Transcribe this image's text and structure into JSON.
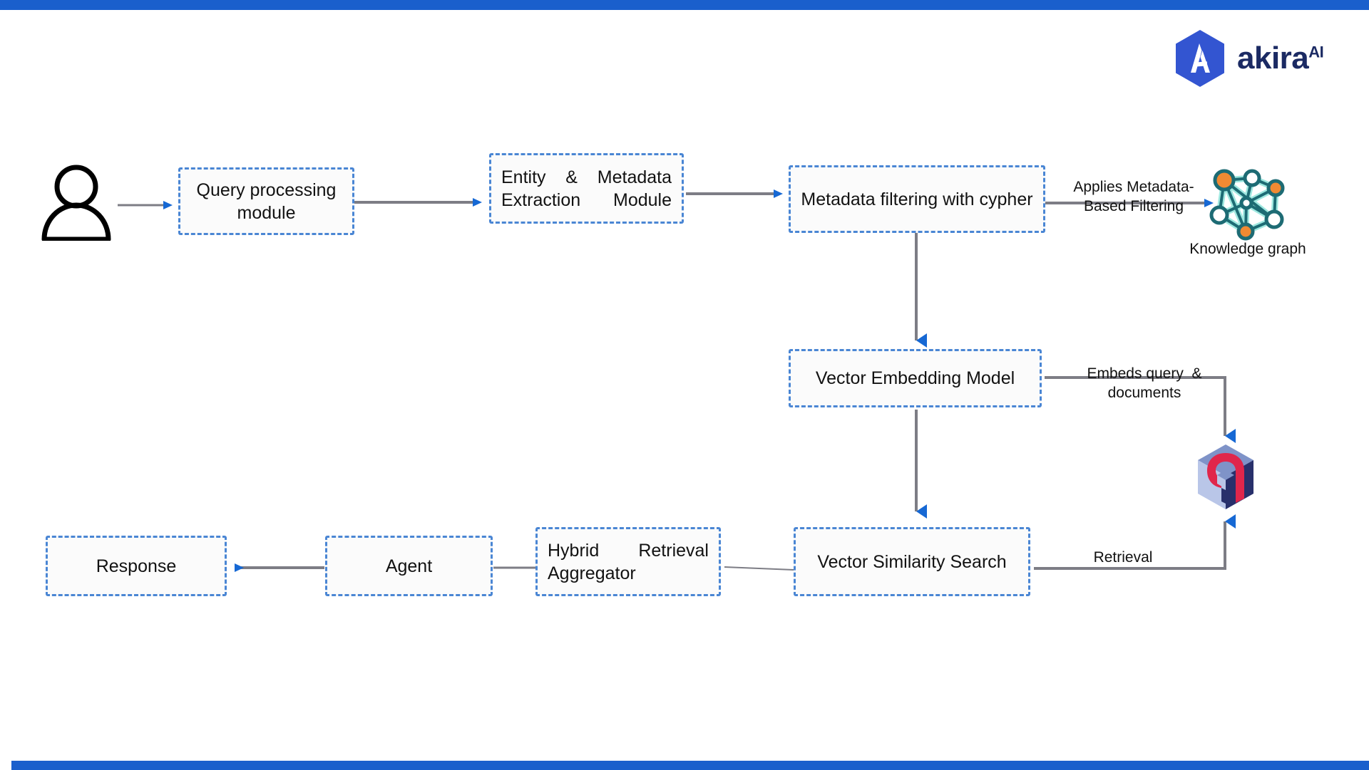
{
  "brand": {
    "name": "akira",
    "superscript": "AI",
    "logo_icon": "akira-hexagon-a-logo",
    "color": "#1b2a63",
    "hex_color": "#3355d1"
  },
  "frame": {
    "top_bar_color": "#1a5fcc",
    "bottom_bar_color": "#1a5fcc"
  },
  "diagram": {
    "title": "Agentic RAG pipeline",
    "node_border_color": "#4a86d4",
    "node_fill_color": "#fbfbfb",
    "connector_color": "#7d7d85",
    "arrow_color": "#1668d4",
    "actors": [
      {
        "id": "user",
        "icon": "user-person-icon",
        "label": ""
      }
    ],
    "nodes": [
      {
        "id": "query-processing-module",
        "label": "Query processing module",
        "align": "center"
      },
      {
        "id": "entity-metadata-extraction-module",
        "label": "Entity & Metadata Extraction Module",
        "align": "justify"
      },
      {
        "id": "metadata-filtering-with-cypher",
        "label": "Metadata filtering with cypher",
        "align": "center"
      },
      {
        "id": "vector-embedding-model",
        "label": "Vector Embedding Model",
        "align": "center"
      },
      {
        "id": "vector-similarity-search",
        "label": "Vector Similarity Search",
        "align": "center"
      },
      {
        "id": "hybrid-retrieval-aggregator",
        "label": "Hybrid Retrieval Aggregator",
        "align": "justify"
      },
      {
        "id": "agent",
        "label": "Agent",
        "align": "center"
      },
      {
        "id": "response",
        "label": "Response",
        "align": "center"
      }
    ],
    "icons": [
      {
        "id": "knowledge-graph",
        "icon": "knowledge-graph-icon",
        "caption": "Knowledge graph",
        "node_color": "#1d6b74",
        "node_fill": "#ffffff",
        "accent": "#f08a33",
        "glow": "#9fe8e0"
      },
      {
        "id": "vector-database",
        "icon": "qdrant-vector-db-icon",
        "caption": "",
        "primary": "#e0264b",
        "dark": "#28306b",
        "light": "#b9c6e8",
        "mid": "#7f93c8"
      }
    ],
    "edge_labels": [
      {
        "id": "applies-metadata-based-filtering",
        "text": "Applies Metadata-\nBased Filtering"
      },
      {
        "id": "embeds-query-and-documents",
        "text": "Embeds query  &\ndocuments"
      },
      {
        "id": "retrieval",
        "text": "Retrieval"
      }
    ]
  }
}
